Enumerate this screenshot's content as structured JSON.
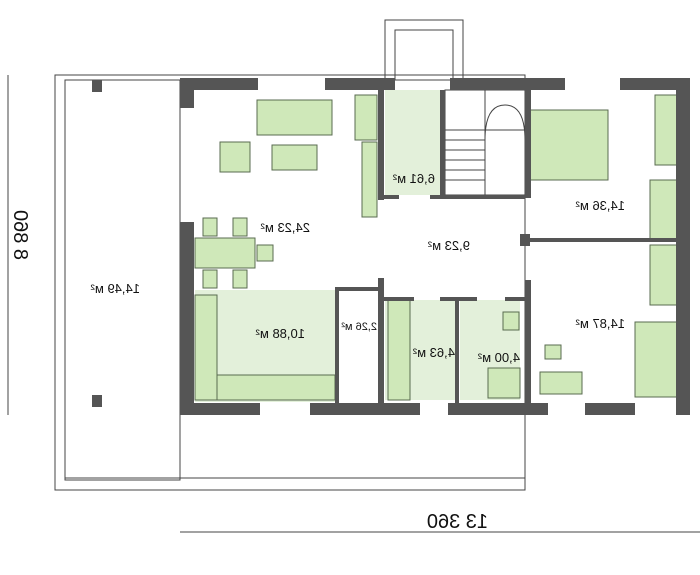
{
  "plan": {
    "dimensions": {
      "width": "13 360",
      "depth": "8 860"
    },
    "rooms": [
      {
        "id": "living",
        "area": "24,23 м²"
      },
      {
        "id": "vestibule",
        "area": "6,61 м²"
      },
      {
        "id": "bedroom-1",
        "area": "14,36 м²"
      },
      {
        "id": "hall",
        "area": "9,23 м²"
      },
      {
        "id": "terrace",
        "area": "14,49 м²"
      },
      {
        "id": "kitchen",
        "area": "10,88 м²"
      },
      {
        "id": "pantry",
        "area": "2,26 м²"
      },
      {
        "id": "wardrobe",
        "area": "4,63 м²"
      },
      {
        "id": "bathroom",
        "area": "4,00 м²"
      },
      {
        "id": "bedroom-2",
        "area": "14,87 м²"
      }
    ],
    "colors": {
      "wall": "#555555",
      "room": "#e3f0da",
      "furniture": "#cfe8b9"
    }
  }
}
